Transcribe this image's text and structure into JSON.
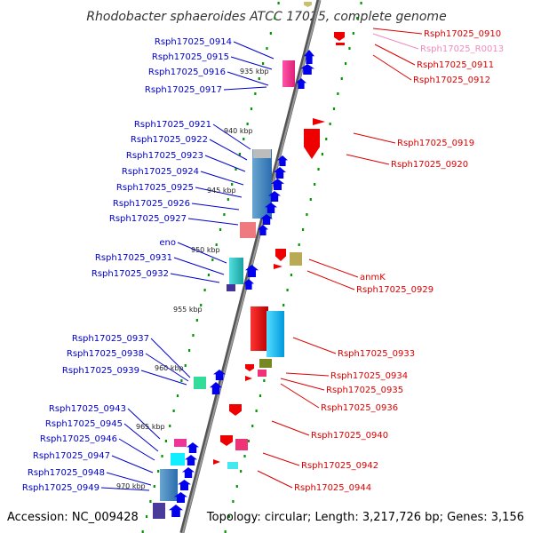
{
  "title": "Rhodobacter sphaeroides ATCC 17025, complete genome",
  "accession": "Accession: NC_009428",
  "topology": "Topology: circular; Length: 3,217,726 bp; Genes: 3,156",
  "colors": {
    "left_label": "#0000cc",
    "right_label": "#dd0000",
    "pink_label": "#f08cbe",
    "backbone": "#7d7d7d",
    "forward_arrow": "#0000ee",
    "reverse_arrow": "#ee0000",
    "tick_dot": "#009900"
  },
  "kbp_marks": [
    "935 kbp",
    "940 kbp",
    "945 kbp",
    "950 kbp",
    "955 kbp",
    "960 kbp",
    "965 kbp",
    "970 kbp"
  ],
  "left_labels": [
    "Rsph17025_0914",
    "Rsph17025_0915",
    "Rsph17025_0916",
    "Rsph17025_0917",
    "Rsph17025_0921",
    "Rsph17025_0922",
    "Rsph17025_0923",
    "Rsph17025_0924",
    "Rsph17025_0925",
    "Rsph17025_0926",
    "Rsph17025_0927",
    "eno",
    "Rsph17025_0931",
    "Rsph17025_0932",
    "Rsph17025_0937",
    "Rsph17025_0938",
    "Rsph17025_0939",
    "Rsph17025_0943",
    "Rsph17025_0945",
    "Rsph17025_0946",
    "Rsph17025_0947",
    "Rsph17025_0948",
    "Rsph17025_0949"
  ],
  "right_labels": [
    "Rsph17025_0910",
    "Rsph17025_R0013",
    "Rsph17025_0911",
    "Rsph17025_0912",
    "Rsph17025_0919",
    "Rsph17025_0920",
    "anmK",
    "Rsph17025_0929",
    "Rsph17025_0933",
    "Rsph17025_0934",
    "Rsph17025_0935",
    "Rsph17025_0936",
    "Rsph17025_0940",
    "Rsph17025_0942",
    "Rsph17025_0944"
  ]
}
